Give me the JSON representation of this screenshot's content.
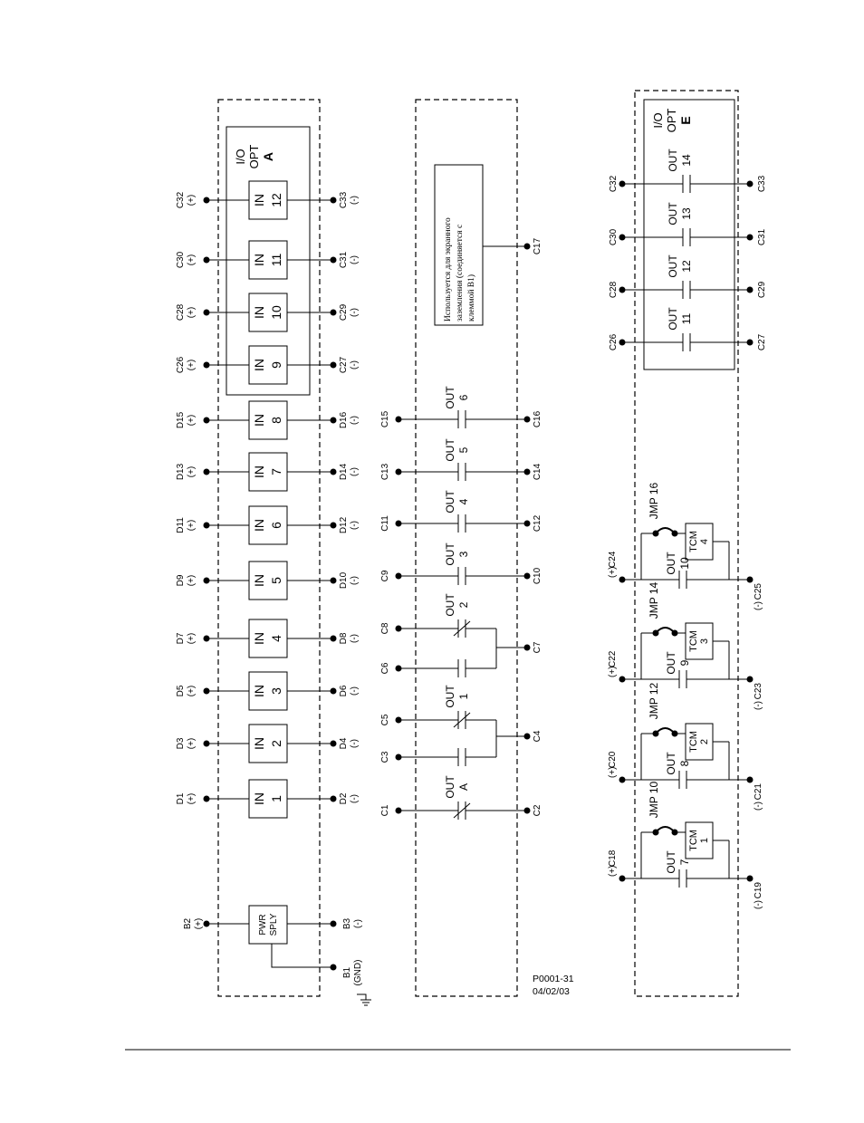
{
  "panel_a": {
    "io_label": {
      "line1": "I/O",
      "line2": "OPT",
      "line3": "A"
    },
    "power_supply": {
      "line1": "PWR",
      "line2": "SPLY"
    },
    "terminals": {
      "b2": "B2",
      "b2_pol": "(+)",
      "b3": "B3",
      "b3_pol": "(-)",
      "b1": "B1",
      "b1_pol": "(GND)"
    },
    "in_word": "IN",
    "inputs": [
      {
        "num": "1",
        "pos": "D1",
        "neg": "D2"
      },
      {
        "num": "2",
        "pos": "D3",
        "neg": "D4"
      },
      {
        "num": "3",
        "pos": "D5",
        "neg": "D6"
      },
      {
        "num": "4",
        "pos": "D7",
        "neg": "D8"
      },
      {
        "num": "5",
        "pos": "D9",
        "neg": "D10"
      },
      {
        "num": "6",
        "pos": "D11",
        "neg": "D12"
      },
      {
        "num": "7",
        "pos": "D13",
        "neg": "D14"
      },
      {
        "num": "8",
        "pos": "D15",
        "neg": "D16"
      },
      {
        "num": "9",
        "pos": "C26",
        "neg": "C27"
      },
      {
        "num": "10",
        "pos": "C28",
        "neg": "C29"
      },
      {
        "num": "11",
        "pos": "C30",
        "neg": "C31"
      },
      {
        "num": "12",
        "pos": "C32",
        "neg": "C33"
      }
    ],
    "plus": "(+)",
    "minus": "(-)"
  },
  "panel_b": {
    "out_word": "OUT",
    "note_lines": [
      "Используется для экранного",
      "заземления (соединяется с",
      "клеммой B1)"
    ],
    "c17": "C17",
    "out_a": {
      "num": "A",
      "left": "C1",
      "right": "C2"
    },
    "out_1": {
      "num": "1",
      "nc": "C5",
      "no": "C3",
      "common": "C4"
    },
    "out_2": {
      "num": "2",
      "nc": "C8",
      "no": "C6",
      "common": "C7"
    },
    "outs_simple": [
      {
        "num": "3",
        "left": "C9",
        "right": "C10"
      },
      {
        "num": "4",
        "left": "C11",
        "right": "C12"
      },
      {
        "num": "5",
        "left": "C13",
        "right": "C14"
      },
      {
        "num": "6",
        "left": "C15",
        "right": "C16"
      }
    ]
  },
  "panel_c": {
    "out_word": "OUT",
    "tcm_word": "TCM",
    "io_label": {
      "line1": "I/O",
      "line2": "OPT",
      "line3": "E"
    },
    "tcm_groups": [
      {
        "out": "7",
        "jmp": "JMP 10",
        "tcm": "1",
        "pos": "C18",
        "neg": "C19"
      },
      {
        "out": "8",
        "jmp": "JMP 12",
        "tcm": "2",
        "pos": "C20",
        "neg": "C21"
      },
      {
        "out": "9",
        "jmp": "JMP 14",
        "tcm": "3",
        "pos": "C22",
        "neg": "C23"
      },
      {
        "out": "10",
        "jmp": "JMP 16",
        "tcm": "4",
        "pos": "C24",
        "neg": "C25"
      }
    ],
    "outs_e": [
      {
        "num": "11",
        "left": "C26",
        "right": "C27"
      },
      {
        "num": "12",
        "left": "C28",
        "right": "C29"
      },
      {
        "num": "13",
        "left": "C30",
        "right": "C31"
      },
      {
        "num": "14",
        "left": "C32",
        "right": "C33"
      }
    ],
    "plus": "(+)",
    "minus": "(-)"
  },
  "drawing_id": {
    "code": "P0001-31",
    "date": "04/02/03"
  }
}
